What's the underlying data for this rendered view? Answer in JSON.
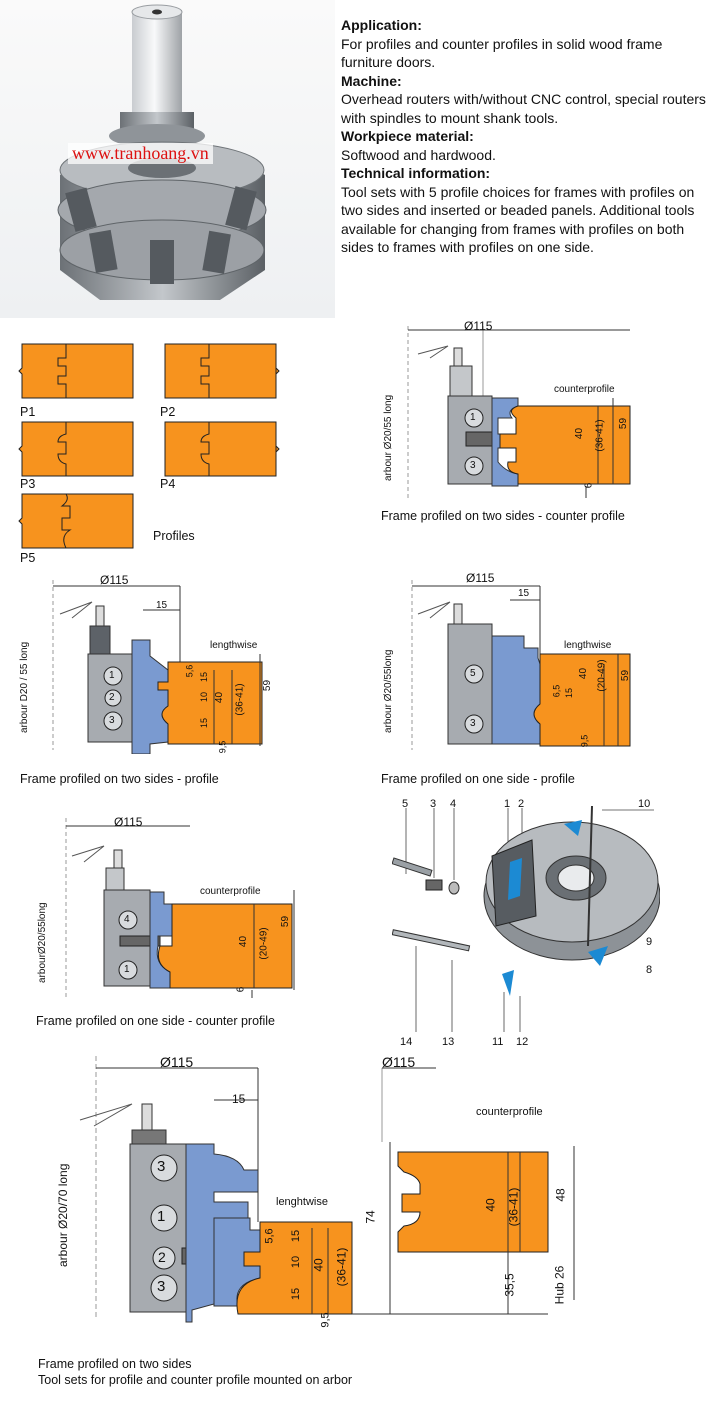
{
  "watermark": "www.tranhoang.vn",
  "application": {
    "heading": "Application:",
    "text": "For profiles and counter profiles in solid wood frame furniture doors."
  },
  "machine": {
    "heading": "Machine:",
    "text": "Overhead routers with/without CNC control, special routers with spindles to mount shank tools."
  },
  "workpiece": {
    "heading": "Workpiece material:",
    "text": "Softwood and hardwood."
  },
  "technical": {
    "heading": "Technical information:",
    "text": "Tool sets with 5 profile choices for frames with profiles on two sides and inserted or beaded panels.  Additional tools available for changing from frames with profiles on both sides to frames with profiles on one side."
  },
  "profiles": {
    "labels": [
      "P1",
      "P2",
      "P3",
      "P4",
      "P5"
    ],
    "caption": "Profiles"
  },
  "diagrams": {
    "counter_two": {
      "diameter": "Ø115",
      "arbour": "arbour Ø20/55 long",
      "tag": "counterprofile",
      "dims": [
        "40",
        "(36-41)",
        "59",
        "6"
      ],
      "cutters": [
        "1",
        "3"
      ],
      "caption": "Frame profiled on two sides - counter profile"
    },
    "profile_two": {
      "diameter": "Ø115",
      "arbour": "arbour D20 / 55 long",
      "tag": "lengthwise",
      "dims": [
        "15",
        "5,6",
        "10",
        "15",
        "15",
        "40",
        "(36-41)",
        "59",
        "9,5"
      ],
      "cutters": [
        "1",
        "2",
        "3"
      ],
      "caption": "Frame profiled on two sides - profile"
    },
    "profile_one": {
      "diameter": "Ø115",
      "arbour": "arbour Ø20/55long",
      "tag": "lengthwise",
      "dims": [
        "15",
        "6,5",
        "15",
        "40",
        "(20-49)",
        "59",
        "9,5"
      ],
      "cutters": [
        "5",
        "3"
      ],
      "caption": "Frame profiled on one side - profile"
    },
    "counter_one": {
      "diameter": "Ø115",
      "arbour": "arbourØ20/55long",
      "tag": "counterprofile",
      "dims": [
        "40",
        "(20-49)",
        "59",
        "6"
      ],
      "cutters": [
        "4",
        "1"
      ],
      "caption": "Frame profiled on one side - counter profile"
    },
    "exploded": {
      "parts_top": [
        "5",
        "3",
        "4",
        "1",
        "2",
        "10"
      ],
      "parts_right": [
        "9",
        "8"
      ],
      "parts_bottom": [
        "14",
        "13",
        "11",
        "12"
      ]
    },
    "combined": {
      "diameter_left": "Ø115",
      "diameter_right": "Ø115",
      "arbour": "arbour Ø20/70 long",
      "tag_left": "lenghtwise",
      "tag_right": "counterprofile",
      "dims_left": [
        "15",
        "5,6",
        "15",
        "10",
        "15",
        "40",
        "(36-41)",
        "74",
        "9,5"
      ],
      "dims_right": [
        "40",
        "(36-41)",
        "48",
        "35,5",
        "Hub 26"
      ],
      "cutters": [
        "3",
        "1",
        "2",
        "3"
      ],
      "caption_line1": "Frame profiled on two sides",
      "caption_line2": "Tool sets for profile and counter profile mounted on arbor"
    }
  },
  "colors": {
    "orange": "#f7931e",
    "blue": "#7a9ad0",
    "steel": "#a7abb0",
    "watermark": "#d11111"
  }
}
